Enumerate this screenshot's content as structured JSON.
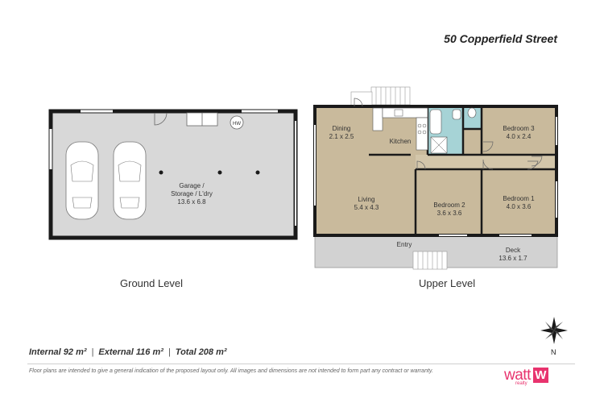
{
  "address": "50 Copperfield Street",
  "levels": {
    "ground": "Ground Level",
    "upper": "Upper Level"
  },
  "ground": {
    "hw": "HW",
    "garage": {
      "name_line1": "Garage /",
      "name_line2": "Storage / L'dry",
      "dims": "13.6 x 6.8"
    }
  },
  "upper": {
    "dining": {
      "name": "Dining",
      "dims": "2.1 x 2.5"
    },
    "kitchen": {
      "name": "Kitchen"
    },
    "living": {
      "name": "Living",
      "dims": "5.4 x 4.3"
    },
    "bedroom3": {
      "name": "Bedroom 3",
      "dims": "4.0 x 2.4"
    },
    "bedroom2": {
      "name": "Bedroom 2",
      "dims": "3.6 x 3.6"
    },
    "bedroom1": {
      "name": "Bedroom 1",
      "dims": "4.0 x 3.6"
    },
    "entry": {
      "name": "Entry"
    },
    "deck": {
      "name": "Deck",
      "dims": "13.6 x 1.7"
    }
  },
  "areas": {
    "internal": "Internal 92 m²",
    "external": "External 116 m²",
    "total": "Total 208 m²",
    "separator": "|"
  },
  "disclaimer": "Floor plans are intended to give a general indication of the proposed layout only. All images and dimensions are not intended to form part any contract or warranty.",
  "compass": {
    "north": "N",
    "icon": "compass-rose-icon"
  },
  "logo": {
    "word": "watt",
    "sub": "realty",
    "mark": "W",
    "color": "#e8336e"
  },
  "colors": {
    "wall": "#1a1a1a",
    "floor": "#d8d8d8",
    "timber": "#c9ba9c",
    "wet": "#a6d3d6",
    "deck": "#d2d2d2"
  }
}
